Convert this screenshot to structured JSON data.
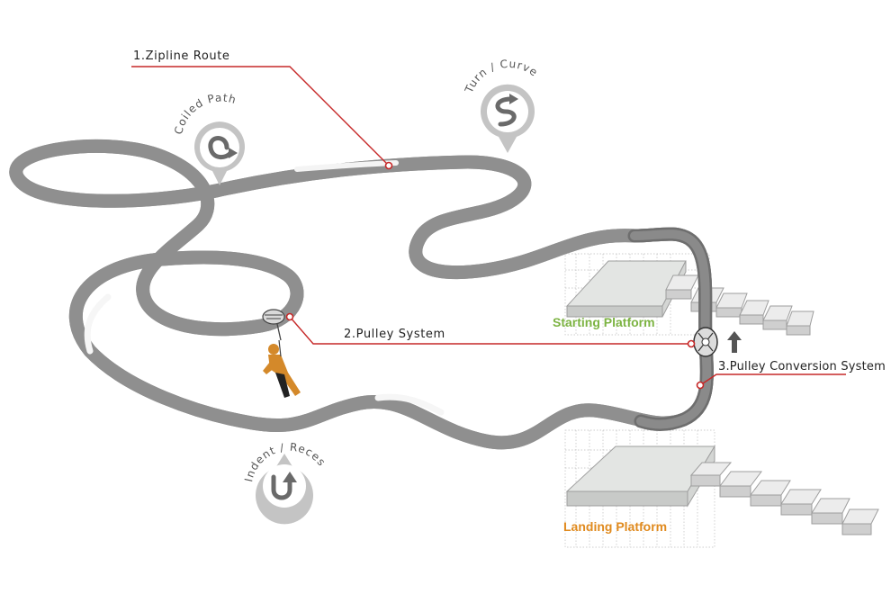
{
  "callouts": {
    "zipline_route": "1.Zipline Route",
    "pulley_system": "2.Pulley System",
    "pulley_conversion": "3.Pulley Conversion System"
  },
  "platforms": {
    "starting": "Starting Platform",
    "landing": "Landing Platform"
  },
  "pins": {
    "coiled_path": "Coiled Path",
    "turn_curve": "Turn / Curve",
    "indent_recess": "Indent / Recess"
  },
  "colors": {
    "callout_line": "#c62828",
    "starting_platform_label": "#7cb342",
    "landing_platform_label": "#e08a1e",
    "rider": "#d4892a",
    "track_light": "#e2e2e2",
    "track_dark": "#7a7a7a",
    "pin": "#c4c4c4",
    "pin_icon": "#6a6a6a"
  },
  "icons": {
    "coiled_path": "coiled-path-icon",
    "turn_curve": "s-curve-icon",
    "indent_recess": "u-turn-icon",
    "conversion_arrow": "up-arrow-icon"
  }
}
